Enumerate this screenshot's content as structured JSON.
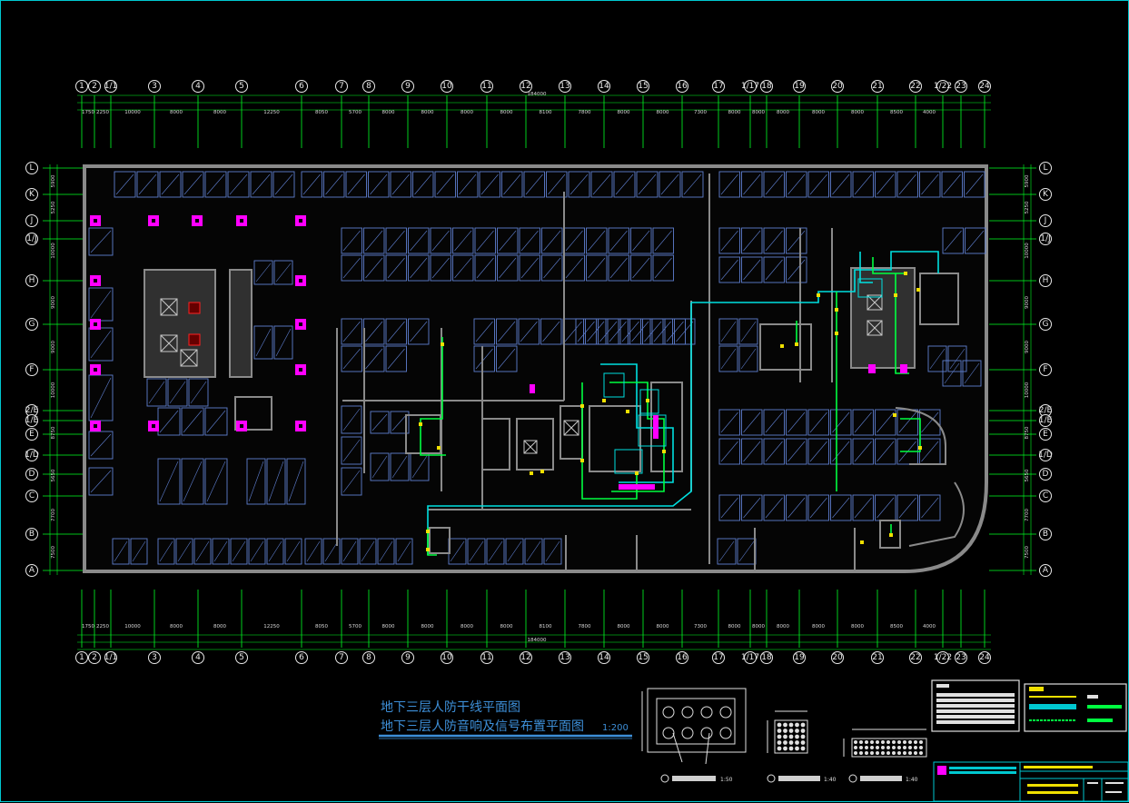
{
  "colors": {
    "background": "#000000",
    "frame": "#00c8d0",
    "wall": "#8a8a8a",
    "grid_axis": "#00ff22",
    "parking_stall": "#5f7fd0",
    "route_cyan": "#00e0e0",
    "route_green": "#00ff40",
    "column_magenta": "#ff00ff",
    "title_blue": "#3d8fd8",
    "highlight_yellow": "#f0e000"
  },
  "grid_columns": [
    "1",
    "2",
    "1/1",
    "3",
    "4",
    "5",
    "6",
    "7",
    "8",
    "9",
    "10",
    "11",
    "12",
    "13",
    "14",
    "15",
    "16",
    "17",
    "1/17",
    "18",
    "19",
    "20",
    "21",
    "22",
    "1/22",
    "23",
    "24"
  ],
  "grid_rows": [
    "L",
    "K",
    "J",
    "1/J",
    "H",
    "G",
    "F",
    "2/E",
    "1/E",
    "E",
    "1/D",
    "D",
    "C",
    "B",
    "A"
  ],
  "dimensions_top": [
    "1750",
    "2250",
    "10000",
    "8000",
    "8000",
    "12250",
    "8050",
    "5700",
    "8000",
    "8000",
    "8000",
    "8000",
    "8100",
    "7800",
    "8000",
    "8000",
    "7300",
    "8000",
    "8000",
    "8000",
    "8000",
    "8000",
    "8500",
    "4000"
  ],
  "dimensions_bottom": [
    "1750",
    "2250",
    "10000",
    "8000",
    "8000",
    "12250",
    "8050",
    "5700",
    "8000",
    "8000",
    "8000",
    "8000",
    "8100",
    "7800",
    "8000",
    "8000",
    "7300",
    "8000",
    "8000",
    "8000",
    "8000",
    "8000",
    "8500",
    "4000"
  ],
  "overall_dimension": "184000",
  "dimensions_left": [
    "5900",
    "5250",
    "10000",
    "9000",
    "9000",
    "10000",
    "8750",
    "5650",
    "7700",
    "7500"
  ],
  "dimensions_right": [
    "5900",
    "5250",
    "10000",
    "9000",
    "9000",
    "10000",
    "8750",
    "5650",
    "7700",
    "7500"
  ],
  "title": {
    "line1": "地下三层人防干线平面图",
    "line2": "地下三层人防音响及信号布置平面图",
    "scale": "1:200"
  },
  "details": {
    "detail1_scale": "1:50",
    "detail2_scale": "1:40",
    "detail3_scale": "1:40"
  }
}
